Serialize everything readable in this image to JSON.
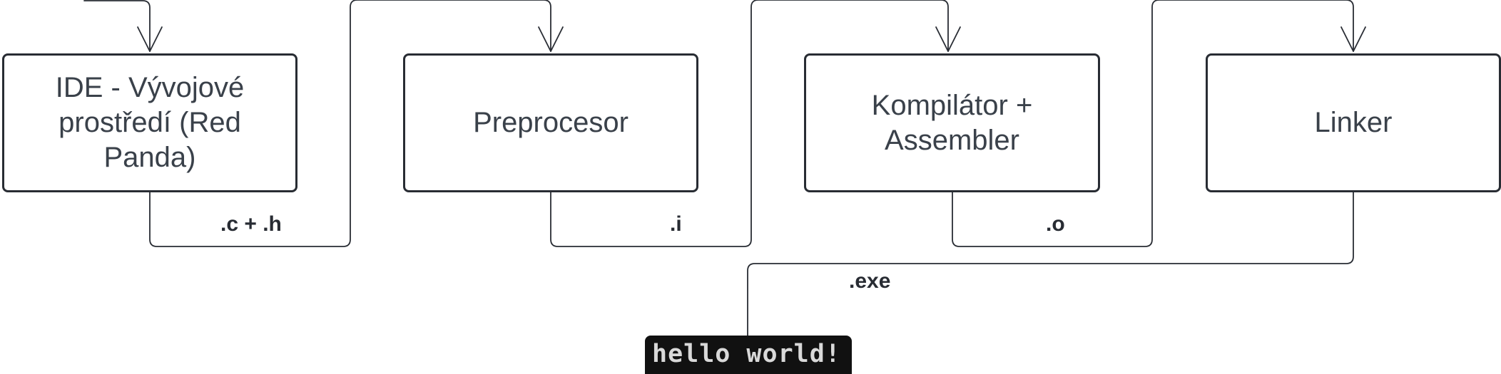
{
  "colors": {
    "stroke": "#282c33",
    "box_text": "#3a414a",
    "terminal_bg": "#111111",
    "terminal_text": "#d9d9d9"
  },
  "nodes": [
    {
      "id": "ide",
      "label": "IDE - Vývojové prostředí (Red Panda)"
    },
    {
      "id": "preprocesor",
      "label": "Preprocesor"
    },
    {
      "id": "kompilator",
      "label": "Kompilátor + Assembler"
    },
    {
      "id": "linker",
      "label": "Linker"
    }
  ],
  "edges": [
    {
      "from": "ide",
      "to": "preprocesor",
      "label": ".c + .h"
    },
    {
      "from": "preprocesor",
      "to": "kompilator",
      "label": ".i"
    },
    {
      "from": "kompilator",
      "to": "linker",
      "label": ".o"
    },
    {
      "from": "linker",
      "to": "output",
      "label": ".exe"
    }
  ],
  "output": {
    "text": "hello world!"
  }
}
